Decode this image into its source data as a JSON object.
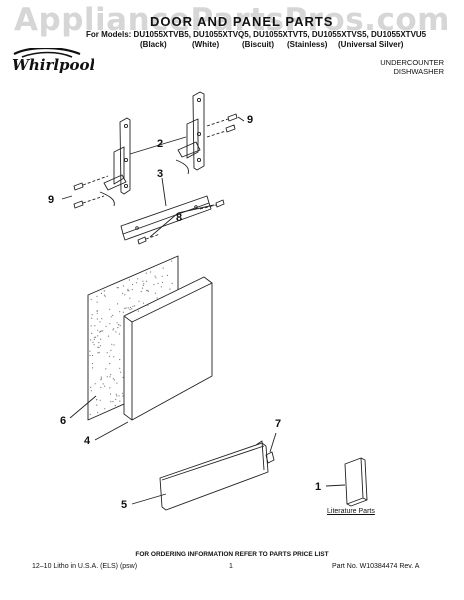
{
  "watermark": "AppliancePartsPros.com",
  "header": {
    "title": "DOOR AND PANEL PARTS",
    "models": "For Models: DU1055XTVB5, DU1055XTVQ5, DU1055XTVT5, DU1055XTVS5, DU1055XTVU5",
    "colors": [
      "(Black)",
      "(White)",
      "(Biscuit)",
      "(Stainless)",
      "(Universal Silver)"
    ],
    "subtitle_line1": "UNDERCOUNTER",
    "subtitle_line2": "DISHWASHER",
    "brand": "Whirlpool"
  },
  "callouts": {
    "n1": "1",
    "n2": "2",
    "n3": "3",
    "n4": "4",
    "n5": "5",
    "n6": "6",
    "n7": "7",
    "n8": "8",
    "n9a": "9",
    "n9b": "9"
  },
  "literature_label": "Literature Parts",
  "footer": {
    "ordering": "FOR ORDERING INFORMATION REFER TO PARTS PRICE LIST",
    "left": "12–10 Litho in U.S.A. (ELS) (psw)",
    "page": "1",
    "right": "Part No. W10384474 Rev. A"
  },
  "colors": {
    "line": "#222222",
    "watermark": "#d6d6d6"
  }
}
